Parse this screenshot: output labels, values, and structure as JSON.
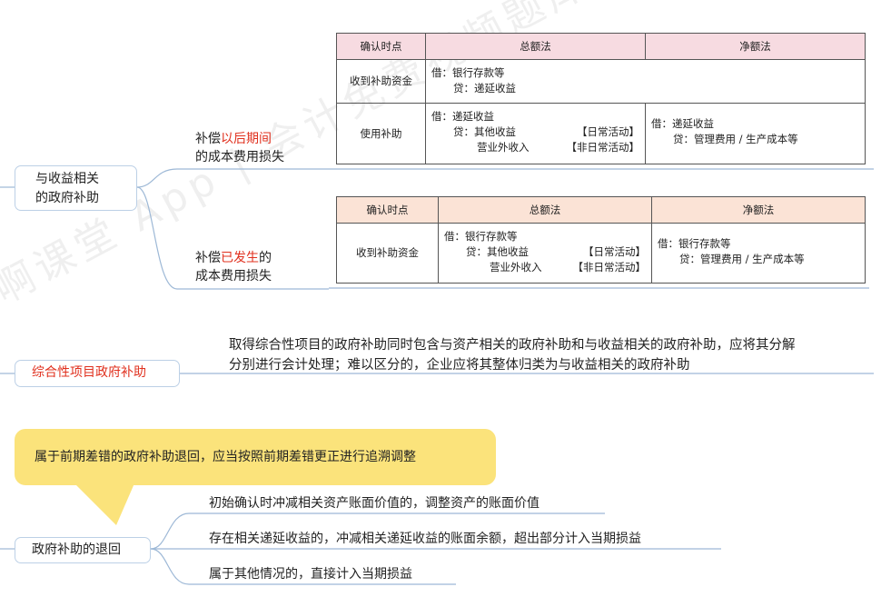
{
  "watermark": "啊课堂 App | 会计免费视频题库",
  "node_income": {
    "line1": "与收益相关",
    "line2": "的政府补助"
  },
  "branch_future": {
    "l1_pre": "补偿",
    "l1_red": "以后期间",
    "l2": "的成本费用损失"
  },
  "branch_past": {
    "l1_pre": "补偿",
    "l1_red": "已发生",
    "l1_post": "的",
    "l2": "成本费用损失"
  },
  "table1": {
    "headers": [
      "确认时点",
      "总额法",
      "净额法"
    ],
    "row1": {
      "cat": "收到补助资金",
      "lines": [
        "借：银行存款等",
        "贷：递延收益"
      ]
    },
    "row2": {
      "cat": "使用补助",
      "total": [
        "借：递延收益",
        "贷：其他收益",
        "【日常活动】",
        "营业外收入",
        "【非日常活动】"
      ],
      "net": [
        "借：递延收益",
        "贷：管理费用 / 生产成本等"
      ]
    }
  },
  "table2": {
    "headers": [
      "确认时点",
      "总额法",
      "净额法"
    ],
    "row1": {
      "cat": "收到补助资金",
      "total": [
        "借：银行存款等",
        "贷：其他收益",
        "【日常活动】",
        "营业外收入",
        "【非日常活动】"
      ],
      "net": [
        "借：银行存款等",
        "贷：管理费用 / 生产成本等"
      ]
    }
  },
  "node_composite": {
    "label": "综合性项目政府补助"
  },
  "composite_desc": {
    "line1": "取得综合性项目的政府补助同时包含与资产相关的政府补助和与收益相关的政府补助，应将其分解",
    "line2": "分别进行会计处理；难以区分的，企业应将其整体归类为与收益相关的政府补助"
  },
  "callout": {
    "text": "属于前期差错的政府补助退回，应当按照前期差错更正进行追溯调整"
  },
  "node_refund": {
    "label": "政府补助的退回"
  },
  "refund_items": [
    "初始确认时冲减相关资产账面价值的，调整资产的账面价值",
    "存在相关递延收益的，冲减相关递延收益的账面余额，超出部分计入当期损益",
    "属于其他情况的，直接计入当期损益"
  ],
  "colors": {
    "connector": "#9db8d6",
    "highlight": "#e0301e",
    "callout_bg": "#fbe37b"
  }
}
